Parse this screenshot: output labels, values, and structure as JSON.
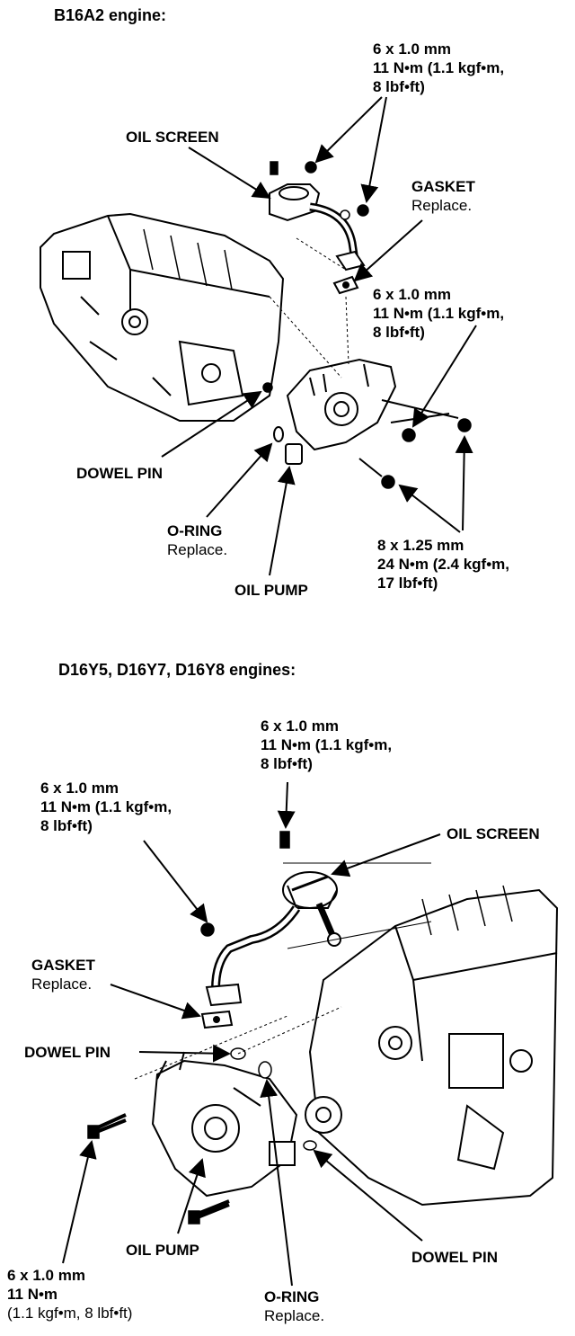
{
  "section1": {
    "title": "B16A2 engine:",
    "bolt_top": [
      "6 x 1.0 mm",
      "11 N•m (1.1 kgf•m,",
      "8 lbf•ft)"
    ],
    "oil_screen": "OIL SCREEN",
    "gasket": "GASKET",
    "gasket_note": "Replace.",
    "bolt_mid": [
      "6 x 1.0 mm",
      "11 N•m (1.1 kgf•m,",
      "8 lbf•ft)"
    ],
    "dowel_pin": "DOWEL PIN",
    "o_ring": "O-RING",
    "o_ring_note": "Replace.",
    "oil_pump": "OIL PUMP",
    "bolt_large": [
      "8 x 1.25 mm",
      "24 N•m (2.4 kgf•m,",
      "17 lbf•ft)"
    ]
  },
  "section2": {
    "title": "D16Y5, D16Y7, D16Y8 engines:",
    "bolt_top": [
      "6 x 1.0 mm",
      "11 N•m (1.1 kgf•m,",
      "8 lbf•ft)"
    ],
    "bolt_left": [
      "6 x 1.0 mm",
      "11 N•m (1.1 kgf•m,",
      "8 lbf•ft)"
    ],
    "oil_screen": "OIL SCREEN",
    "gasket": "GASKET",
    "gasket_note": "Replace.",
    "dowel_pin_left": "DOWEL PIN",
    "dowel_pin_right": "DOWEL PIN",
    "oil_pump": "OIL PUMP",
    "o_ring": "O-RING",
    "o_ring_note": "Replace.",
    "bolt_bottom": [
      "6 x 1.0 mm",
      "11 N•m",
      "(1.1 kgf•m, 8 lbf•ft)"
    ]
  }
}
